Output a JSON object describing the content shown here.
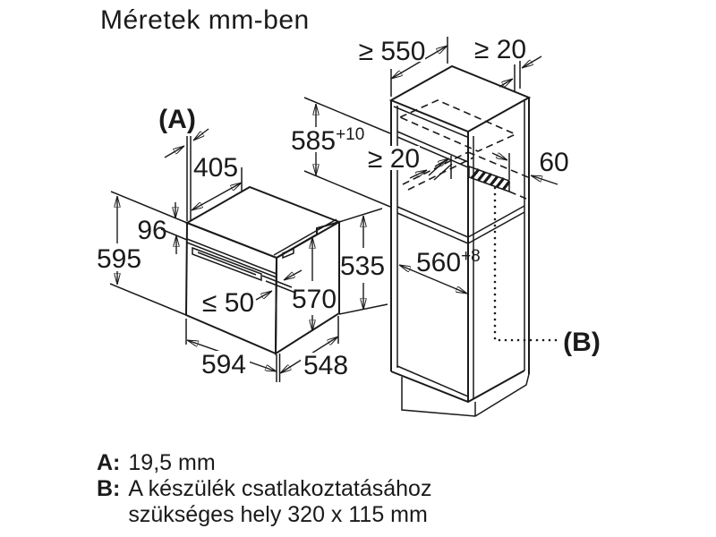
{
  "title": "Méretek mm-ben",
  "oven": {
    "label_a": "(A)",
    "top_depth": "405",
    "panel_height": "96",
    "total_height": "595",
    "handle_clearance": "≤ 50",
    "inner_height": "570",
    "body_height": "535",
    "width": "594",
    "depth": "548"
  },
  "cabinet": {
    "top_depth_min": "≥ 550",
    "rear_gap_min": "≥ 20",
    "niche_height": "585",
    "niche_height_tolerance": "+10",
    "shelf_gap_min": "≥ 20",
    "vent_depth": "60",
    "inner_width": "560",
    "inner_width_tolerance": "+8",
    "label_b": "(B)"
  },
  "legend": {
    "a_key": "A:",
    "a_value": "19,5 mm",
    "b_key": "B:",
    "b_value_line1": "A készülék csatlakoztatásához",
    "b_value_line2": "szükséges hely 320 x 115 mm"
  },
  "colors": {
    "line": "#1a1a1a",
    "background": "#ffffff"
  }
}
